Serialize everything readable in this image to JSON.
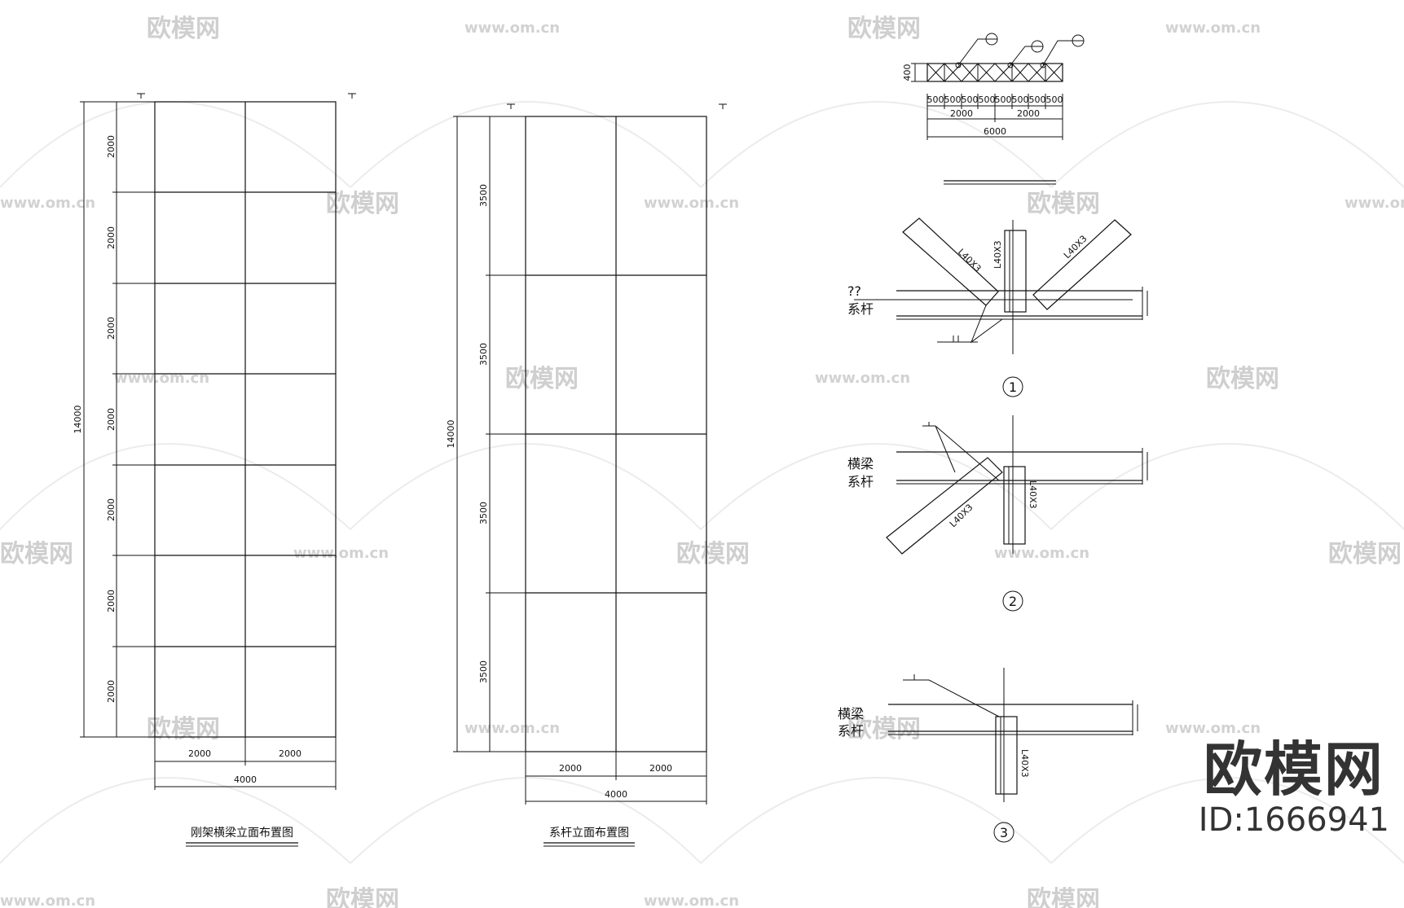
{
  "drawing1": {
    "title": "刚架横梁立面布置图",
    "bay_dims": [
      "2000",
      "2000",
      "2000",
      "2000",
      "2000",
      "2000",
      "2000"
    ],
    "total_height": "14000",
    "col_dims": [
      "2000",
      "2000"
    ],
    "total_width": "4000"
  },
  "drawing2": {
    "title": "系杆立面布置图",
    "bay_dims": [
      "3500",
      "3500",
      "3500",
      "3500"
    ],
    "total_height": "14000",
    "col_dims": [
      "2000",
      "2000"
    ],
    "total_width": "4000"
  },
  "truss": {
    "height": "400",
    "panels": [
      "500",
      "500",
      "500",
      "500",
      "500",
      "500",
      "500",
      "500"
    ],
    "halves": [
      "2000",
      "2000"
    ],
    "total": "6000"
  },
  "detail1": {
    "number": "1",
    "member_left": "L40X3",
    "member_mid": "L40X3",
    "member_right": "L40X3",
    "label_a": "??",
    "label_b": "系杆"
  },
  "detail2": {
    "number": "2",
    "member_diag": "L40X3",
    "member_vert": "L40X3",
    "label_a": "横梁",
    "label_b": "系杆"
  },
  "detail3": {
    "number": "3",
    "member_vert": "L40X3",
    "label_a": "横梁",
    "label_b": "系杆"
  },
  "watermark": {
    "brand": "欧模网",
    "url": "www.om.cn",
    "id": "ID:1666941"
  }
}
